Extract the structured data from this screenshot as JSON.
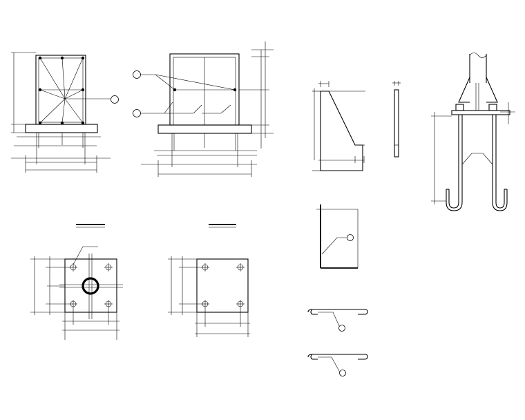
{
  "drawing": {
    "background": "#ffffff",
    "line_color": "#000000",
    "views": [
      "column-base-section-a",
      "column-base-section-b",
      "stiffener-plate",
      "stiffener-plate-edge",
      "anchor-bolt-assembly",
      "base-plate-plan-a",
      "base-plate-plan-b",
      "stiffener-detail",
      "hook-bar-1",
      "hook-bar-2"
    ]
  }
}
